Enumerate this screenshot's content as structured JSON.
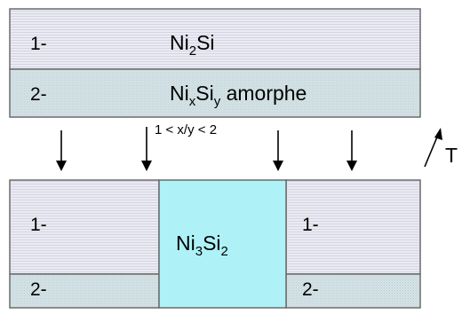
{
  "top_block": {
    "layer1": {
      "number": "1-",
      "formula_base": "Ni",
      "formula_sub1": "2",
      "formula_tail": "Si"
    },
    "layer2": {
      "number": "2-",
      "formula_base1": "Ni",
      "formula_sub1": "x",
      "formula_base2": "Si",
      "formula_sub2": "y",
      "formula_tail": " amorphe"
    }
  },
  "condition": "1 < x/y < 2",
  "temperature": {
    "label": "T"
  },
  "bottom_block": {
    "left": {
      "layer1": "1-",
      "layer2": "2-"
    },
    "right": {
      "layer1": "1-",
      "layer2": "2-"
    },
    "center": {
      "formula_base1": "Ni",
      "formula_sub1": "3",
      "formula_base2": "Si",
      "formula_sub2": "2"
    }
  },
  "colors": {
    "layer1_fill": "#ebebf2",
    "layer1_stripe": "#d2d4e4",
    "layer2_fill": "#d6e4e7",
    "layer2_stripe": "#b9cdd2",
    "center_fill": "#aef2f8",
    "outline": "#6b6b6b"
  }
}
